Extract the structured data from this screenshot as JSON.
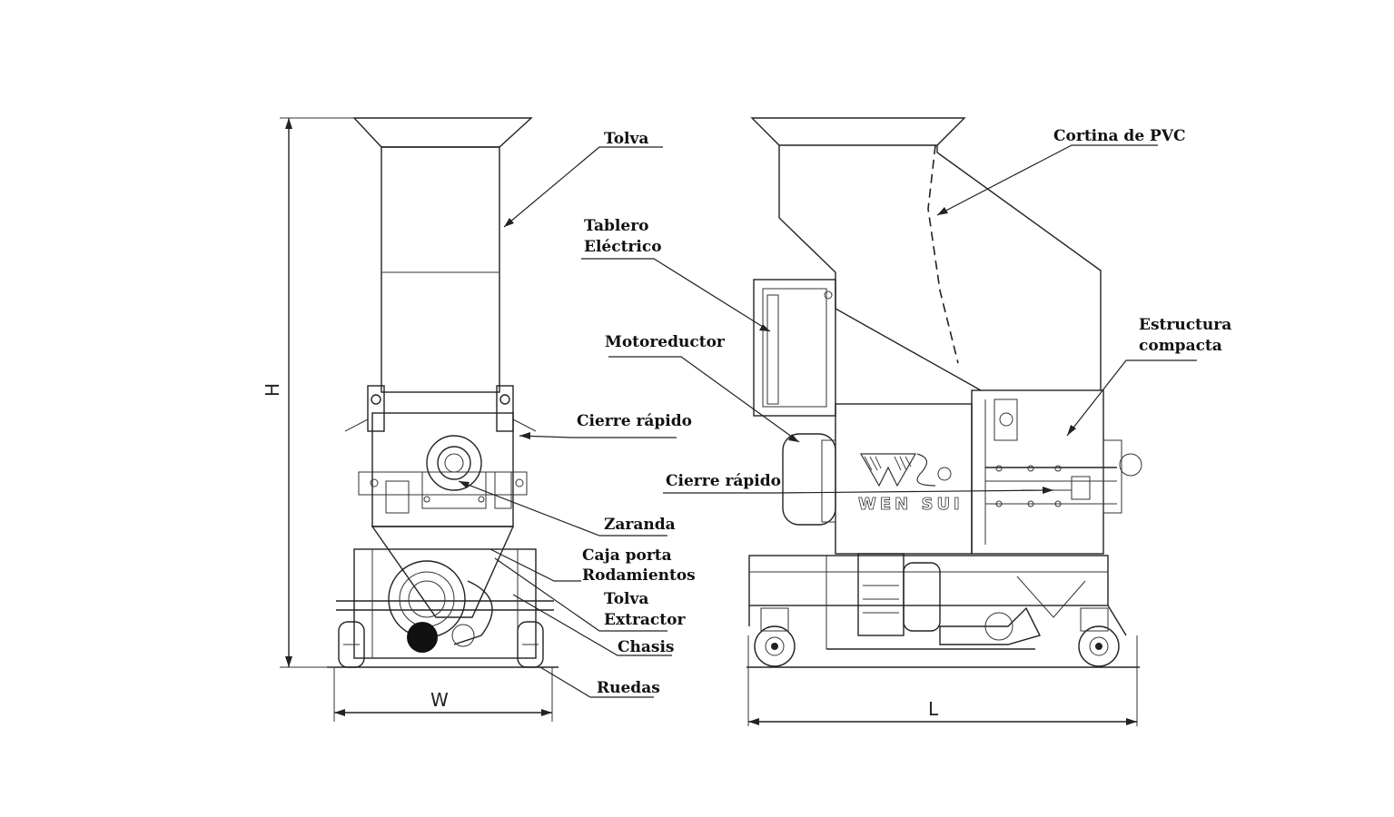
{
  "labels": {
    "tolva": "Tolva",
    "tablero_line1": "Tablero",
    "tablero_line2": "Eléctrico",
    "motoreductor": "Motoreductor",
    "cierre_rapido_front": "Cierre rápido",
    "cierre_rapido_side": "Cierre rápido",
    "zaranda": "Zaranda",
    "caja_line1": "Caja porta",
    "caja_line2": "Rodamientos",
    "tolva_extractor_line1": "Tolva",
    "tolva_extractor_line2": "Extractor",
    "chasis": "Chasis",
    "ruedas": "Ruedas",
    "cortina": "Cortina de PVC",
    "estructura_line1": "Estructura",
    "estructura_line2": "compacta"
  },
  "dimensions": {
    "height": "H",
    "width": "W",
    "length": "L"
  },
  "brand": {
    "logo_text": "WEN SUI"
  }
}
